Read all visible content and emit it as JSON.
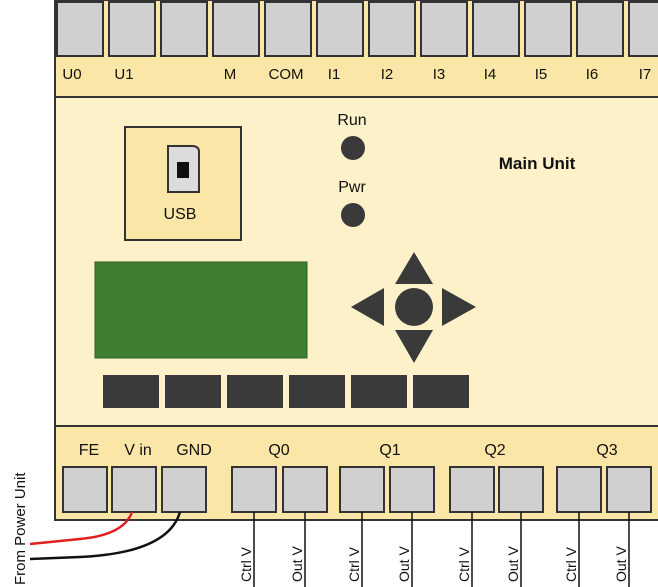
{
  "colors": {
    "body": "#fdf1c9",
    "strip": "#fae6a6",
    "outline": "#333333",
    "terminal": "#d0d0d0",
    "display": "#3f7f31",
    "dark": "#3a3a3a",
    "wire_red": "#e02020",
    "wire_black": "#111111"
  },
  "top_terminals": {
    "labels": [
      "U0",
      "U1",
      "M",
      "COM",
      "I1",
      "I2",
      "I3",
      "I4",
      "I5",
      "I6",
      "I7"
    ]
  },
  "usb": {
    "label": "USB",
    "icon": "usb-port-icon"
  },
  "leds": [
    {
      "label": "Run"
    },
    {
      "label": "Pwr"
    }
  ],
  "unit_title": "Main Unit",
  "nav": {
    "icons": [
      "arrow-up-icon",
      "arrow-down-icon",
      "arrow-left-icon",
      "arrow-right-icon",
      "center-button-icon"
    ]
  },
  "buttons": {
    "count": 6
  },
  "bottom_groups": [
    {
      "label": "FE"
    },
    {
      "label": "V in"
    },
    {
      "label": "GND"
    },
    {
      "label": "Q0"
    },
    {
      "label": "Q1"
    },
    {
      "label": "Q2"
    },
    {
      "label": "Q3"
    }
  ],
  "output_labels": {
    "ctrl": "Ctrl V",
    "out": "Out V"
  },
  "power_source": "From Power Unit"
}
